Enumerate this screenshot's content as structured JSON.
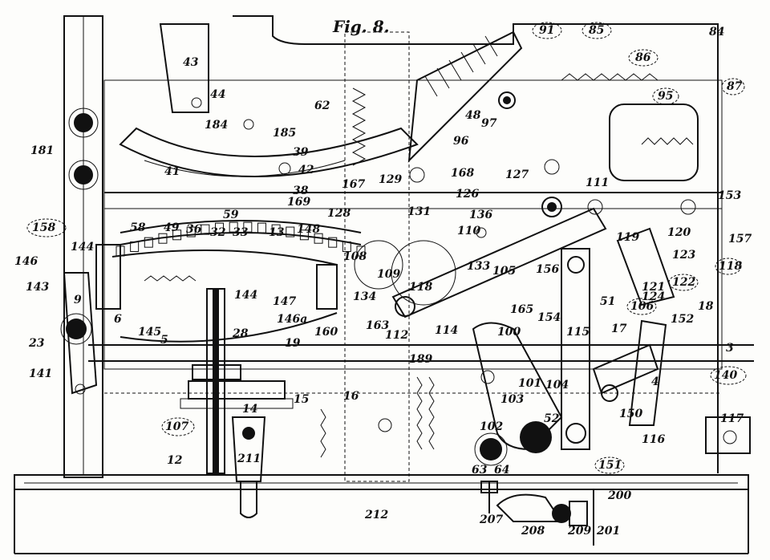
{
  "figure": {
    "title": "Fig. 8.",
    "labels": {
      "l43": "43",
      "l44": "44",
      "l62": "62",
      "l184": "184",
      "l185": "185",
      "l39": "39",
      "l41": "41",
      "l42": "42",
      "l38": "38",
      "l169": "169",
      "l167": "167",
      "l129": "129",
      "l168": "168",
      "l126": "126",
      "l127": "127",
      "l128": "128",
      "l131": "131",
      "l136": "136",
      "l110": "110",
      "l111": "111",
      "l97": "97",
      "l96": "96",
      "l48": "48",
      "l91": "91",
      "l85": "85",
      "l86": "86",
      "l84": "84",
      "l87": "87",
      "l95": "95",
      "l181": "181",
      "l158": "158",
      "l59": "59",
      "l58": "58",
      "l49": "49",
      "l36": "36",
      "l32": "32",
      "l33": "33",
      "l13": "13",
      "l148": "148",
      "l144": "144",
      "l146": "146",
      "l143": "143",
      "l9": "9",
      "l23": "23",
      "l141": "141",
      "l6": "6",
      "l145": "145",
      "l5": "5",
      "l28": "28",
      "l19": "19",
      "l147": "147",
      "l146a": "146a",
      "l160": "160",
      "l153": "153",
      "l157": "157",
      "l118": "118",
      "l119": "119",
      "l120": "120",
      "l123": "123",
      "l122": "122",
      "l121": "121",
      "l124": "124",
      "l106": "106",
      "l18": "18",
      "l152": "152",
      "l17": "17",
      "l3": "3",
      "l140": "140",
      "l4": "4",
      "l150": "150",
      "l117": "117",
      "l116": "116",
      "l151": "151",
      "l133": "133",
      "l105": "105",
      "l156": "156",
      "l165": "165",
      "l154": "154",
      "l115": "115",
      "l100": "100",
      "l51": "51",
      "l114": "114",
      "l112": "112",
      "l109": "109",
      "l108": "108",
      "l134": "134",
      "l163": "163",
      "l189": "189",
      "l101": "101",
      "l103": "103",
      "l104": "104",
      "l52": "52",
      "l102": "102",
      "l63": "63",
      "l64": "64",
      "l16": "16",
      "l15": "15",
      "l14": "14",
      "l107": "107",
      "l12": "12",
      "l211": "211",
      "l212": "212",
      "l207": "207",
      "l208": "208",
      "l209": "209",
      "l201": "201",
      "l200": "200"
    }
  }
}
